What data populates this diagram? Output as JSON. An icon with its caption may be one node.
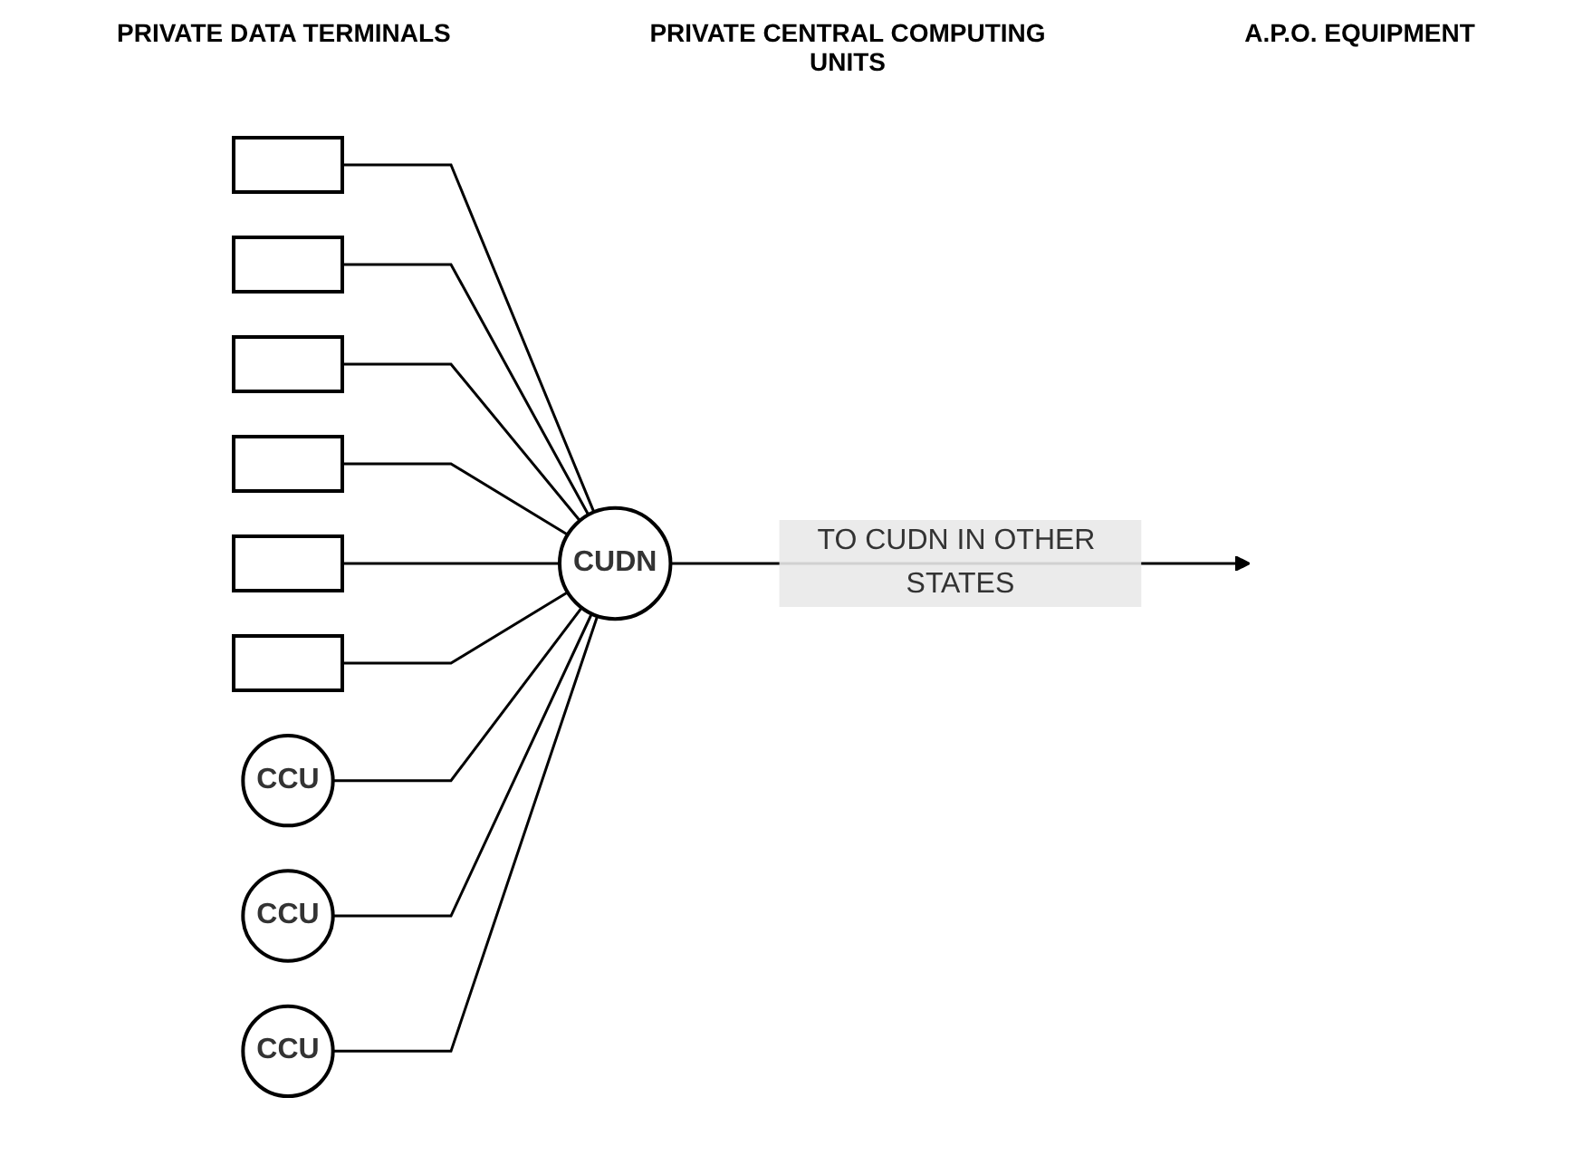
{
  "diagram": {
    "nodes": [
      {
        "text": [],
        "shape": "box"
      },
      {
        "text": [],
        "shape": "box"
      },
      {
        "text": [],
        "shape": "box"
      },
      {
        "text": [],
        "shape": "box"
      },
      {
        "text": [],
        "shape": "box"
      },
      {
        "text": [],
        "shape": "box"
      },
      {
        "text": [
          "CCU"
        ]
      },
      {
        "text": [
          "CCU"
        ]
      },
      {
        "text": [
          "CCU"
        ]
      },
      {
        "text": [
          "CUDN"
        ]
      }
    ],
    "edges": [
      {
        "from": 0,
        "to": 9,
        "arrow": "none"
      },
      {
        "from": 1,
        "to": 9,
        "arrow": "none"
      },
      {
        "from": 2,
        "to": 9,
        "arrow": "none"
      },
      {
        "from": 3,
        "to": 9,
        "arrow": "none"
      },
      {
        "from": 4,
        "to": 9,
        "arrow": "none"
      },
      {
        "from": 5,
        "to": 9,
        "arrow": "none"
      },
      {
        "from": 6,
        "to": 9,
        "arrow": "none"
      },
      {
        "from": 7,
        "to": 9,
        "arrow": "none"
      },
      {
        "from": 8,
        "to": 9,
        "arrow": "none"
      },
      {
        "from": 9,
        "to": null,
        "arrow": "to",
        "label": "TO CUDN IN OTHER STATES"
      }
    ],
    "labels": [
      "PRIVATE DATA TERMINALS",
      "PRIVATE CENTRAL COMPUTING UNITS",
      "A.P.O. EQUIPMENT"
    ]
  }
}
